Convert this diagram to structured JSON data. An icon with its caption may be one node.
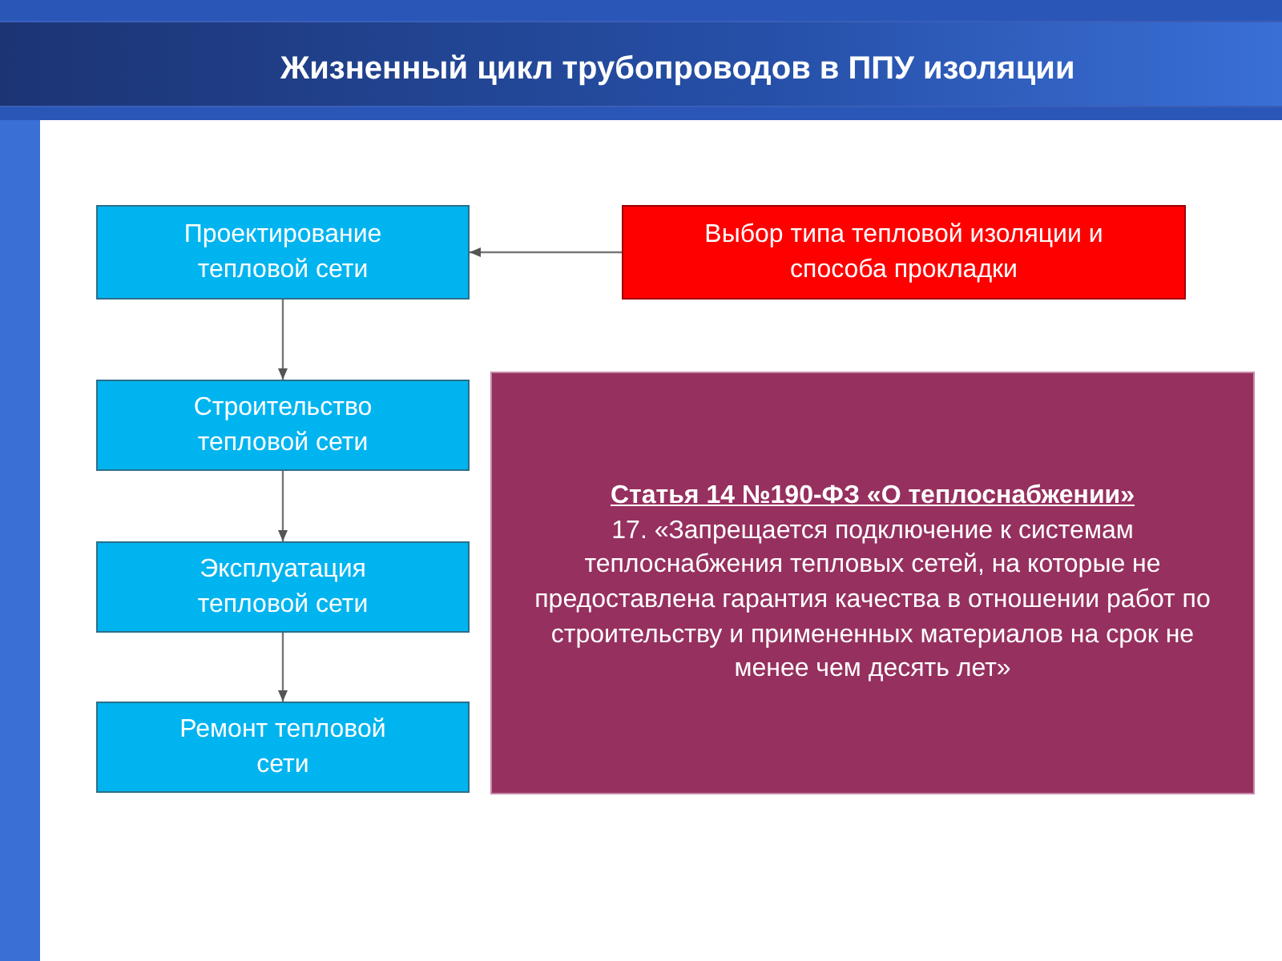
{
  "diagram": {
    "title": "Жизненный цикл трубопроводов в ППУ изоляции",
    "nodes": [
      {
        "text": [
          "Проектирование тепловой сети"
        ]
      },
      {
        "text": [
          "Выбор типа тепловой изоляции и способа прокладки"
        ]
      },
      {
        "text": [
          "Строительство тепловой сети"
        ]
      },
      {
        "text": [
          "Эксплуатация тепловой сети"
        ]
      },
      {
        "text": [
          "Ремонт тепловой сети"
        ]
      },
      {
        "text": [
          "Статья 14 №190-ФЗ «О теплоснабжении»",
          "17. «Запрещается подключение к системам теплоснабжения тепловых сетей, на которые не предоставлена гарантия качества в отношении работ по строительству и примененных материалов на срок не менее чем десять лет»"
        ]
      }
    ],
    "edges": [
      {
        "from": 1,
        "to": 0,
        "arrow": "to"
      },
      {
        "from": 0,
        "to": 2,
        "arrow": "to"
      },
      {
        "from": 2,
        "to": 3,
        "arrow": "to"
      },
      {
        "from": 3,
        "to": 4,
        "arrow": "to"
      }
    ]
  }
}
